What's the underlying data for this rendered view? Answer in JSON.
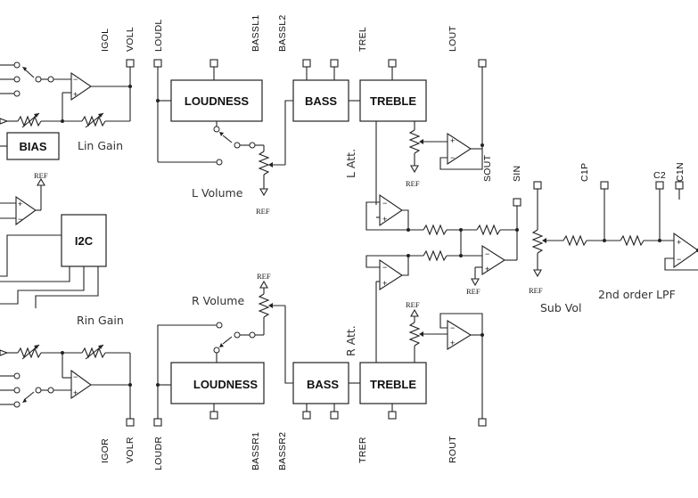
{
  "blocks": {
    "loudness_l": "LOUDNESS",
    "loudness_r": "LOUDNESS",
    "bass_l": "BASS",
    "bass_r": "BASS",
    "treble_l": "TREBLE",
    "treble_r": "TREBLE",
    "bias": "BIAS",
    "i2c": "I2C"
  },
  "pins_top": {
    "igol": "IGOL",
    "voll": "VOLL",
    "loudl": "LOUDL",
    "bassl1": "BASSL1",
    "bassl2": "BASSL2",
    "trel": "TREL",
    "lout": "LOUT",
    "sout": "SOUT",
    "sin": "SIN",
    "c1p": "C1P",
    "c2": "C2",
    "c1n": "C1N"
  },
  "pins_bottom": {
    "igor": "IGOR",
    "volr": "VOLR",
    "loudr": "LOUDR",
    "bassr1": "BASSR1",
    "bassr2": "BASSR2",
    "trer": "TRER",
    "rout": "ROUT"
  },
  "labels": {
    "lin_gain": "Lin Gain",
    "rin_gain": "Rin Gain",
    "l_volume": "L Volume",
    "r_volume": "R Volume",
    "l_att": "L Att.",
    "r_att": "R Att.",
    "sub_vol": "Sub Vol",
    "lpf": "2nd order LPF",
    "ref": "REF",
    "plus": "+",
    "minus": "−"
  }
}
